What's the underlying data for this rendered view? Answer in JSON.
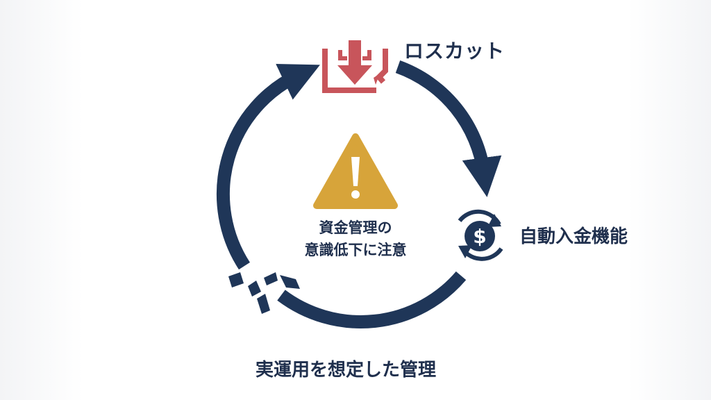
{
  "labels": {
    "losscut": "ロスカット",
    "auto_deposit": "自動入金機能",
    "realistic_management": "実運用を想定した管理"
  },
  "warning": {
    "line1": "資金管理の",
    "line2": "意識低下に注意"
  },
  "icons": {
    "top": "broken-download-tray-icon",
    "right": "dollar-refresh-icon",
    "center": "warning-triangle-icon",
    "break": "broken-cycle-icon"
  },
  "colors": {
    "navy": "#1f3658",
    "alert_red": "#c8555b",
    "warning_gold": "#d7a43a",
    "text": "#1f2f4d"
  }
}
